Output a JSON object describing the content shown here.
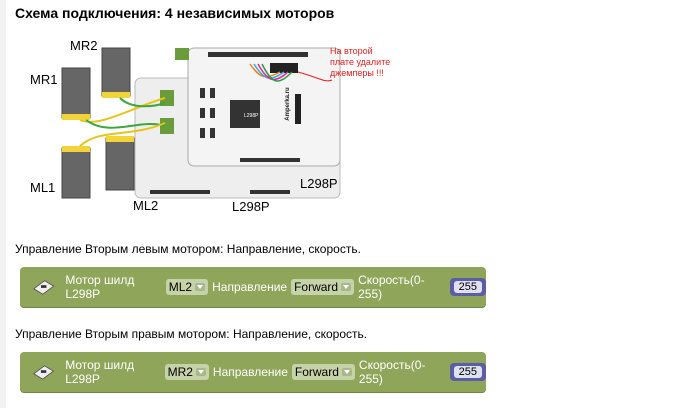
{
  "title": "Схема подключения: 4 независимых моторов",
  "diagram": {
    "labels": {
      "mr2": "MR2",
      "mr1": "MR1",
      "ml1": "ML1",
      "ml2": "ML2",
      "board1": "L298P",
      "board2": "L298P",
      "chip": "L298P",
      "brand": "Amperka.ru"
    },
    "note": [
      "На второй",
      "плате удалите",
      "джемперы !!!"
    ]
  },
  "blocks": [
    {
      "caption": "Управление Вторым левым мотором: Направление, скорость.",
      "label": "Мотор шилд L298P",
      "motor": "ML2",
      "dir_label": "Направление",
      "direction": "Forward",
      "speed_label": "Скорость(0-255)",
      "speed": "255"
    },
    {
      "caption": "Управление Вторым правым мотором: Направление, скорость.",
      "label": "Мотор шилд L298P",
      "motor": "MR2",
      "dir_label": "Направление",
      "direction": "Forward",
      "speed_label": "Скорость(0-255)",
      "speed": "255"
    }
  ]
}
